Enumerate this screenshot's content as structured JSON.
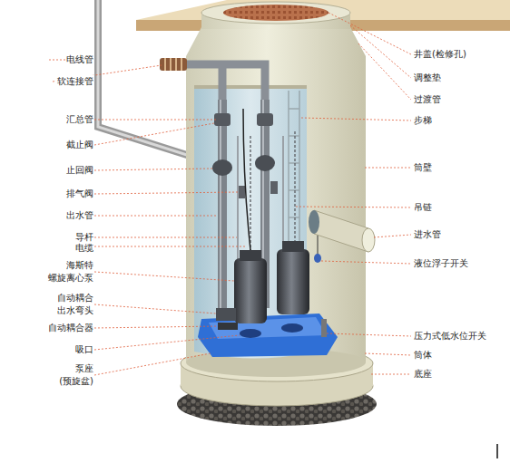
{
  "diagram": {
    "labels": [
      "电线管",
      "软连接管",
      "汇总管",
      "截止阀",
      "止回阀",
      "排气阀",
      "出水管",
      "导杆",
      "电缆",
      "海斯特 螺旋离心泵",
      "自动耦合 出水弯头",
      "自动耦合器",
      "吸口",
      "泵座 (预旋盆)",
      "井盖(检修孔)",
      "调整垫",
      "过渡管",
      "步梯",
      "筒壁",
      "吊链",
      "进水管",
      "液位浮子开关",
      "压力式低水位开关",
      "筒体",
      "底座"
    ]
  }
}
